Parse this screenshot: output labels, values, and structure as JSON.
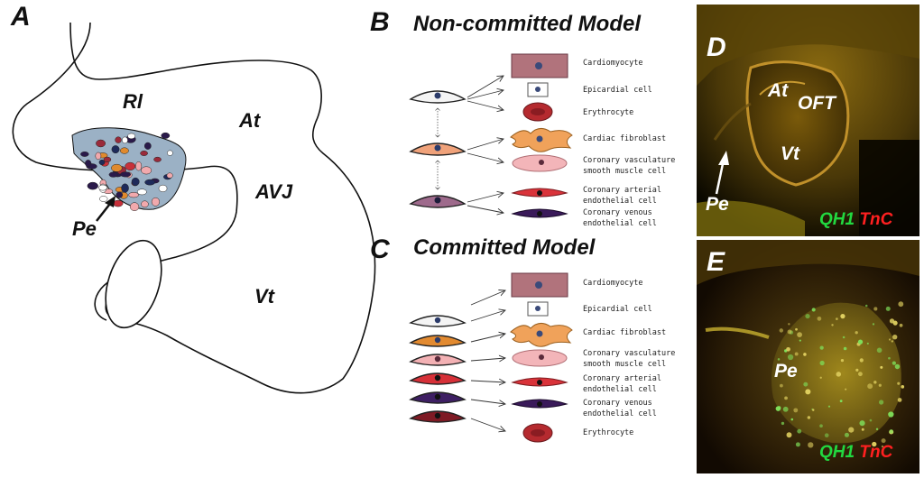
{
  "panel_a": {
    "letter": "A",
    "labels": {
      "ri": "Rl",
      "at": "At",
      "avj": "AVJ",
      "pe": "Pe",
      "vt": "Vt"
    }
  },
  "panel_b": {
    "letter": "B",
    "title": "Non-committed Model",
    "cells": [
      "Cardiomyocyte",
      "Epicardial cell",
      "Erythrocyte",
      "Cardiac fibroblast",
      "Coronary vasculature\nsmooth muscle cell",
      "Coronary arterial\nendothelial cell",
      "Coronary venous\nendothelial cell"
    ]
  },
  "panel_c": {
    "letter": "C",
    "title": "Committed Model",
    "cells": [
      "Cardiomyocyte",
      "Epicardial cell",
      "Cardiac fibroblast",
      "Coronary vasculature\nsmooth muscle cell",
      "Coronary arterial\nendothelial cell",
      "Coronary venous\nendothelial cell",
      "Erythrocyte"
    ]
  },
  "panel_d": {
    "letter": "D",
    "labels": {
      "at": "At",
      "oft": "OFT",
      "vt": "Vt",
      "pe": "Pe"
    },
    "stain_green": "QH1",
    "stain_red": "TnC"
  },
  "panel_e": {
    "letter": "E",
    "labels": {
      "pe": "Pe"
    },
    "stain_green": "QH1",
    "stain_red": "TnC"
  }
}
